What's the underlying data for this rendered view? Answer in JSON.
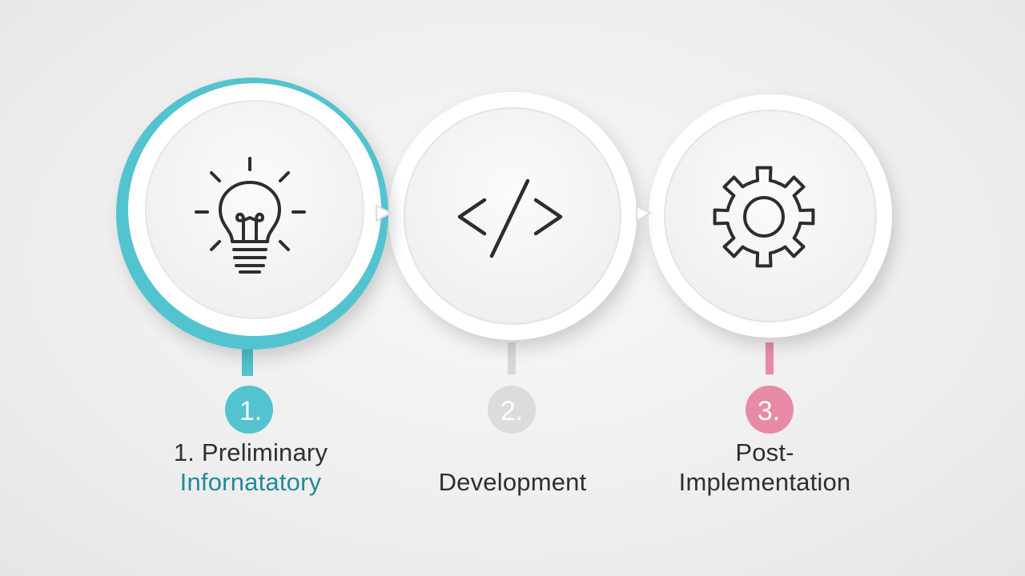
{
  "steps": [
    {
      "number": "1.",
      "title_line1": "1. Preliminary",
      "title_line2": "Infornatatory",
      "icon": "lightbulb-icon",
      "color": "#52c3cf",
      "active": true
    },
    {
      "number": "2.",
      "title_line1": "",
      "title_line2": "Development",
      "icon": "code-icon",
      "color": "#d9d9d9",
      "active": false
    },
    {
      "number": "3.",
      "title_line1": "Post-",
      "title_line2": "Implementation",
      "icon": "gear-icon",
      "color": "#e88aa6",
      "active": false
    }
  ],
  "colors": {
    "teal_ring": "#52c3cf",
    "accent_text": "#1f8c99",
    "icon_stroke": "#2d2d2d"
  }
}
